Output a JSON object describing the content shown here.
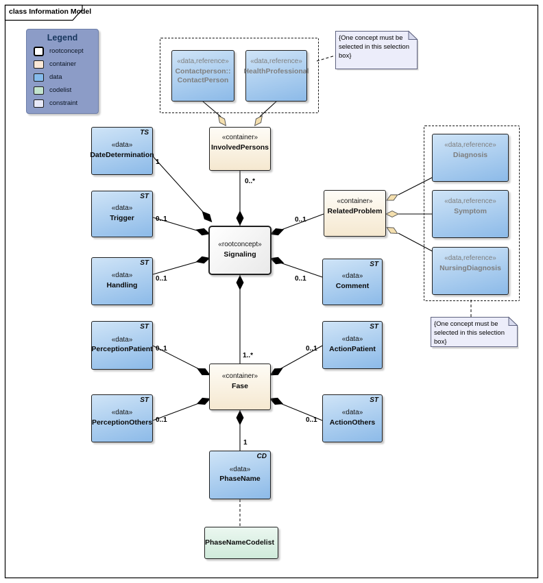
{
  "frame": {
    "title": "class Information Model"
  },
  "legend": {
    "title": "Legend",
    "items": [
      {
        "label": "rootconcept",
        "color": "#FFFFFF"
      },
      {
        "label": "container",
        "color": "#FAE8D7"
      },
      {
        "label": "data",
        "color": "#85BBEC"
      },
      {
        "label": "codelist",
        "color": "#C2E4CE"
      },
      {
        "label": "constraint",
        "color": "#E8E9F8"
      }
    ]
  },
  "notes": {
    "selection_top": "{One concept must be selected in this selection box}",
    "selection_right": "{One concept must be selected in this selection box}"
  },
  "nodes": {
    "contact_person": {
      "stereotype": "«data,reference»",
      "name": "Contactperson::",
      "name2": "ContactPerson"
    },
    "health_professional": {
      "stereotype": "«data,reference»",
      "name": "HealthProfessional"
    },
    "involved_persons": {
      "stereotype": "«container»",
      "name": "InvolvedPersons"
    },
    "date_determination": {
      "stereotype": "«data»",
      "name": "DateDetermination",
      "tag": "TS"
    },
    "trigger": {
      "stereotype": "«data»",
      "name": "Trigger",
      "tag": "ST"
    },
    "handling": {
      "stereotype": "«data»",
      "name": "Handling",
      "tag": "ST"
    },
    "signaling": {
      "stereotype": "«rootconcept»",
      "name": "Signaling"
    },
    "related_problem": {
      "stereotype": "«container»",
      "name": "RelatedProblem"
    },
    "comment": {
      "stereotype": "«data»",
      "name": "Comment",
      "tag": "ST"
    },
    "diagnosis": {
      "stereotype": "«data,reference»",
      "name": "Diagnosis"
    },
    "symptom": {
      "stereotype": "«data,reference»",
      "name": "Symptom"
    },
    "nursing_diagnosis": {
      "stereotype": "«data,reference»",
      "name": "NursingDiagnosis"
    },
    "perception_patient": {
      "stereotype": "«data»",
      "name": "PerceptionPatient",
      "tag": "ST"
    },
    "perception_others": {
      "stereotype": "«data»",
      "name": "PerceptionOthers",
      "tag": "ST"
    },
    "action_patient": {
      "stereotype": "«data»",
      "name": "ActionPatient",
      "tag": "ST"
    },
    "action_others": {
      "stereotype": "«data»",
      "name": "ActionOthers",
      "tag": "ST"
    },
    "fase": {
      "stereotype": "«container»",
      "name": "Fase"
    },
    "phase_name": {
      "stereotype": "«data»",
      "name": "PhaseName",
      "tag": "CD"
    },
    "phase_name_codelist": {
      "name": "PhaseNameCodelist"
    }
  },
  "multiplicities": {
    "involved_persons": "0..*",
    "date_determination": "1",
    "trigger": "0..1",
    "handling": "0..1",
    "related_problem": "0..1",
    "comment": "0..1",
    "fase": "1..*",
    "perception_patient": "0..1",
    "perception_others": "0..1",
    "action_patient": "0..1",
    "action_others": "0..1",
    "phase_name": "1"
  }
}
